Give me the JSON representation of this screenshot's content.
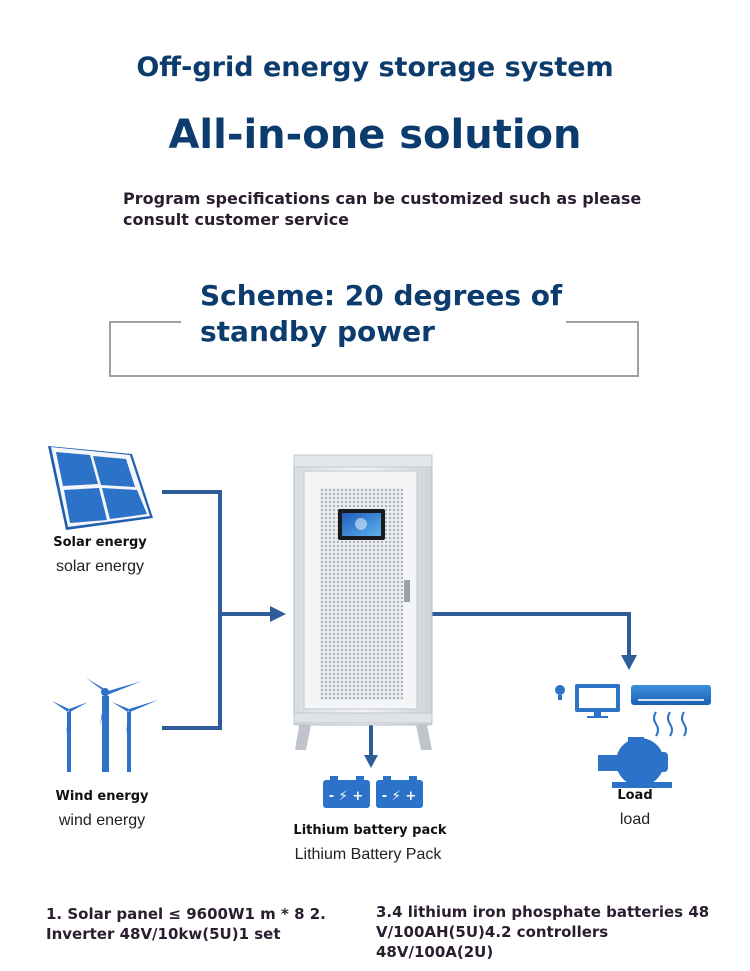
{
  "header": {
    "title": "Off-grid energy storage system",
    "headline": "All-in-one solution",
    "subtitle": "Program specifications can be customized such as please consult customer service"
  },
  "scheme": {
    "title": "Scheme: 20 degrees of standby power"
  },
  "nodes": {
    "solar": {
      "label_bold": "Solar energy",
      "label": "solar energy",
      "icon": "solar-panel-icon"
    },
    "wind": {
      "label_bold": "Wind energy",
      "label": "wind energy",
      "icon": "wind-turbine-icon"
    },
    "inverter": {
      "icon": "inverter-cabinet-icon"
    },
    "battery": {
      "label_bold": "Lithium battery pack",
      "label": "Lithium Battery Pack",
      "icon": "battery-icon"
    },
    "load": {
      "label_bold": "Load",
      "label": "load",
      "icon": "appliances-icon"
    }
  },
  "specs": {
    "left": "1. Solar panel ≤ 9600W1 m * 8 2. Inverter 48V/10kw(5U)1 set",
    "right": "3.4 lithium iron phosphate batteries 48 V/100AH(5U)4.2 controllers 48V/100A(2U)"
  },
  "colors": {
    "title": "#0c3c6e",
    "connector": "#2e5d9a",
    "panel": "#2b72c8"
  }
}
